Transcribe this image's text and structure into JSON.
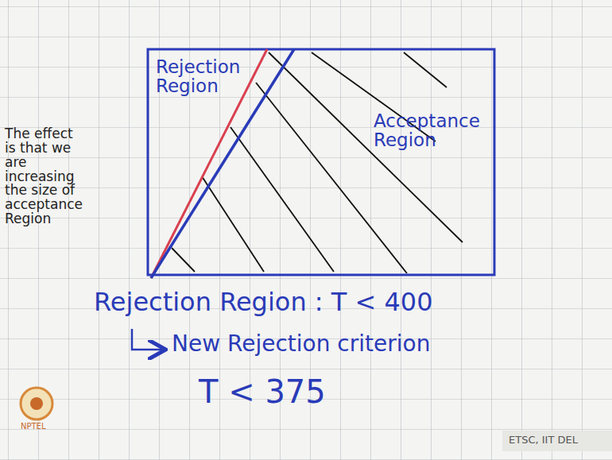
{
  "diagram": {
    "labels": [
      "Rejection Region",
      "Acceptance Region",
      "The effect is that we are increasing the size of acceptance Region",
      "Rejection Region : T < 400",
      "New Rejection criterion",
      "T < 375",
      "NPTEL",
      "ETSC, IIT DEL"
    ]
  }
}
